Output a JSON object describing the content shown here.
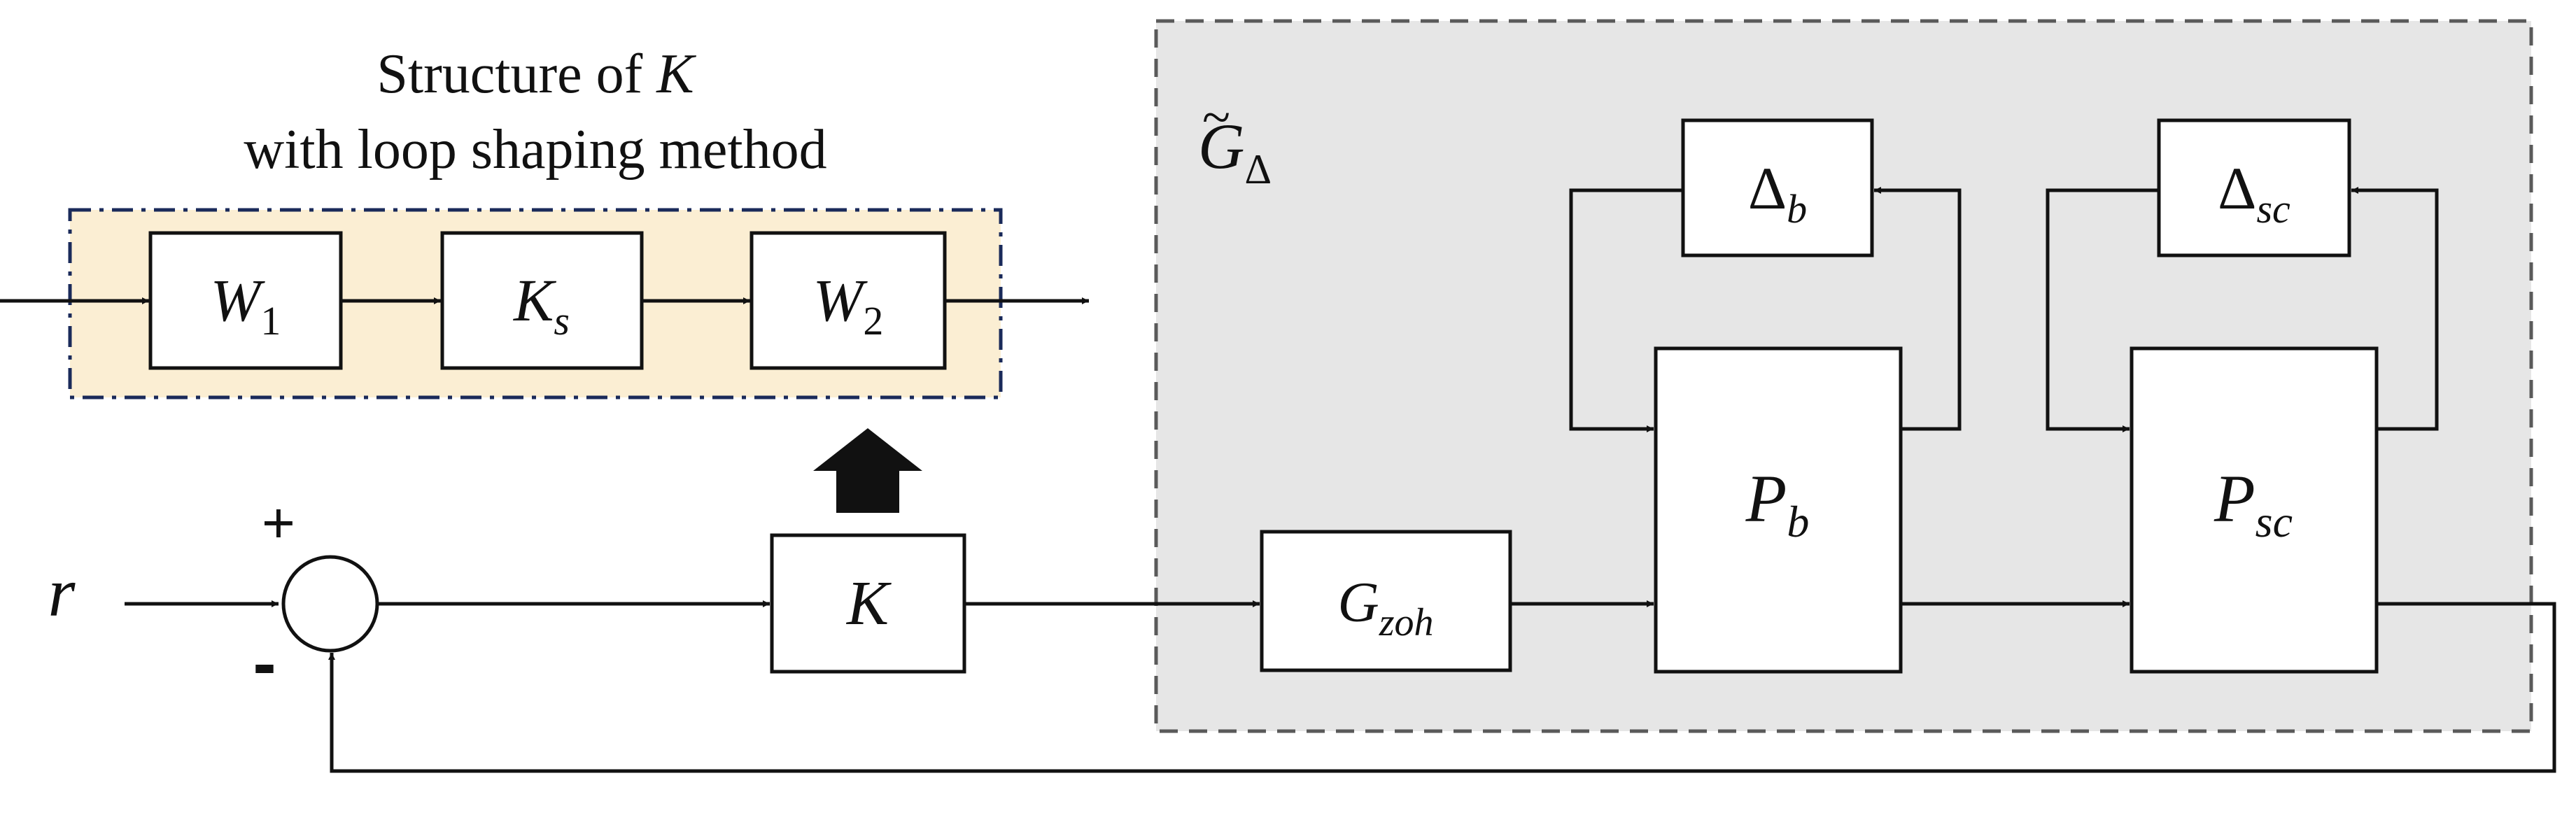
{
  "colors": {
    "plant_region_fill": "#e6e6e6",
    "plant_region_border": "#5a5a5a",
    "controller_region_fill": "#fbeed3",
    "controller_region_border": "#1a2a5a",
    "line": "#111111"
  },
  "caption": {
    "line1_text": "Structure of ",
    "line1_symbol": "K",
    "line2": "with loop shaping method"
  },
  "plant_label": {
    "base": "G",
    "accent": "~",
    "subscript": "Δ"
  },
  "blocks": {
    "w1": {
      "base": "W",
      "sub": "1"
    },
    "ks": {
      "base": "K",
      "sub": "s"
    },
    "w2": {
      "base": "W",
      "sub": "2"
    },
    "k": {
      "base": "K"
    },
    "gzoh": {
      "base": "G",
      "sub": "zoh"
    },
    "pb": {
      "base": "P",
      "sub": "b"
    },
    "psc": {
      "base": "P",
      "sub": "sc"
    },
    "delta_b": {
      "base": "Δ",
      "sub": "b"
    },
    "delta_sc": {
      "base": "Δ",
      "sub": "sc"
    }
  },
  "signals": {
    "reference": "r",
    "plus_sign": "+",
    "minus_sign": "-"
  },
  "icons": {
    "arrow": "arrowhead-icon",
    "block_arrow": "up-block-arrow-icon",
    "summing_junction": "summing-junction-icon"
  }
}
